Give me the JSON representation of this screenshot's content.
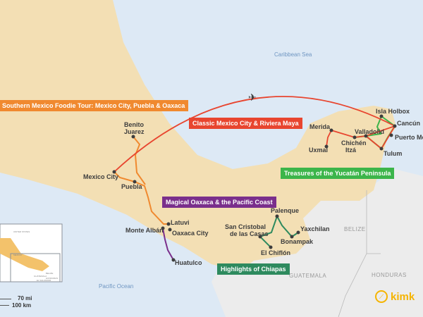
{
  "seas": {
    "caribbean": "Caribbean Sea",
    "pacific": "Pacific Ocean"
  },
  "countries": {
    "belize": "BELIZE",
    "guatemala": "GUATEMALA",
    "honduras": "HONDURAS"
  },
  "places": {
    "mexico_city": "Mexico City",
    "puebla": "Puebla",
    "benito": "Benito",
    "juarez": "Juarez",
    "latuvi": "Latuvi",
    "monte_alban": "Monte Albán",
    "oaxaca_city": "Oaxaca City",
    "huatulco": "Huatulco",
    "merida": "Merida",
    "uxmal": "Uxmal",
    "chichen": "Chichén",
    "itza": "Itzá",
    "valladolid": "Valladolid",
    "isla_holbox": "Isla Holbox",
    "cancun": "Cancún",
    "puerto_morelos": "Puerto Mo",
    "tulum": "Tulum",
    "palenque": "Palenque",
    "san_cristobal_1": "San Cristobal",
    "san_cristobal_2": "de las Casas",
    "el_chiflon": "El Chiflón",
    "bonampak": "Bonampak",
    "yaxchilan": "Yaxchilan"
  },
  "routes": [
    {
      "label": "Southern Mexico Foodie Tour: Mexico City, Puebla & Oaxaca",
      "color": "#f0892f"
    },
    {
      "label": "Classic Mexico City & Riviera Maya",
      "color": "#e8452f"
    },
    {
      "label": "Magical Oaxaca & the Pacific Coast",
      "color": "#7a2f8c"
    },
    {
      "label": "Treasures of the Yucatán Peninsula",
      "color": "#3cb54a"
    },
    {
      "label": "Highlights of Chiapas",
      "color": "#2e8a5e"
    }
  ],
  "inset": {
    "united_states": "UNITED STATES",
    "mexico": "MEXICO",
    "belize": "BELIZE",
    "guatemala": "GUATEMALA",
    "honduras": "HONDURAS",
    "el_salvador": "EL SALVADOR"
  },
  "scale": {
    "miles": "70 mi",
    "km": "100 km"
  },
  "logo": {
    "text": "kimk",
    "color": "#f5b400"
  },
  "colors": {
    "land": "#f3dfb4",
    "sea": "#dde9f5",
    "neighbor": "#ececec"
  }
}
